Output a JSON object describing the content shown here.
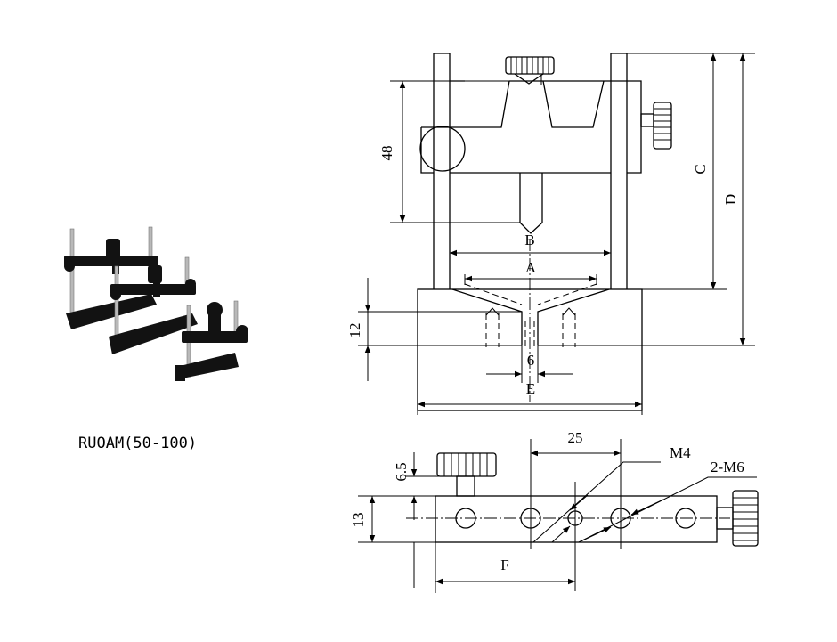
{
  "caption": "RUOAM(50-100)",
  "labels": {
    "height_48": "48",
    "b": "B",
    "a": "A",
    "c": "C",
    "d": "D",
    "height_12": "12",
    "width_6": "6",
    "e": "E",
    "spacing_25": "25",
    "m4": "M4",
    "two_m6": "2-M6",
    "height_6_5": "6.5",
    "height_13": "13",
    "f": "F"
  }
}
